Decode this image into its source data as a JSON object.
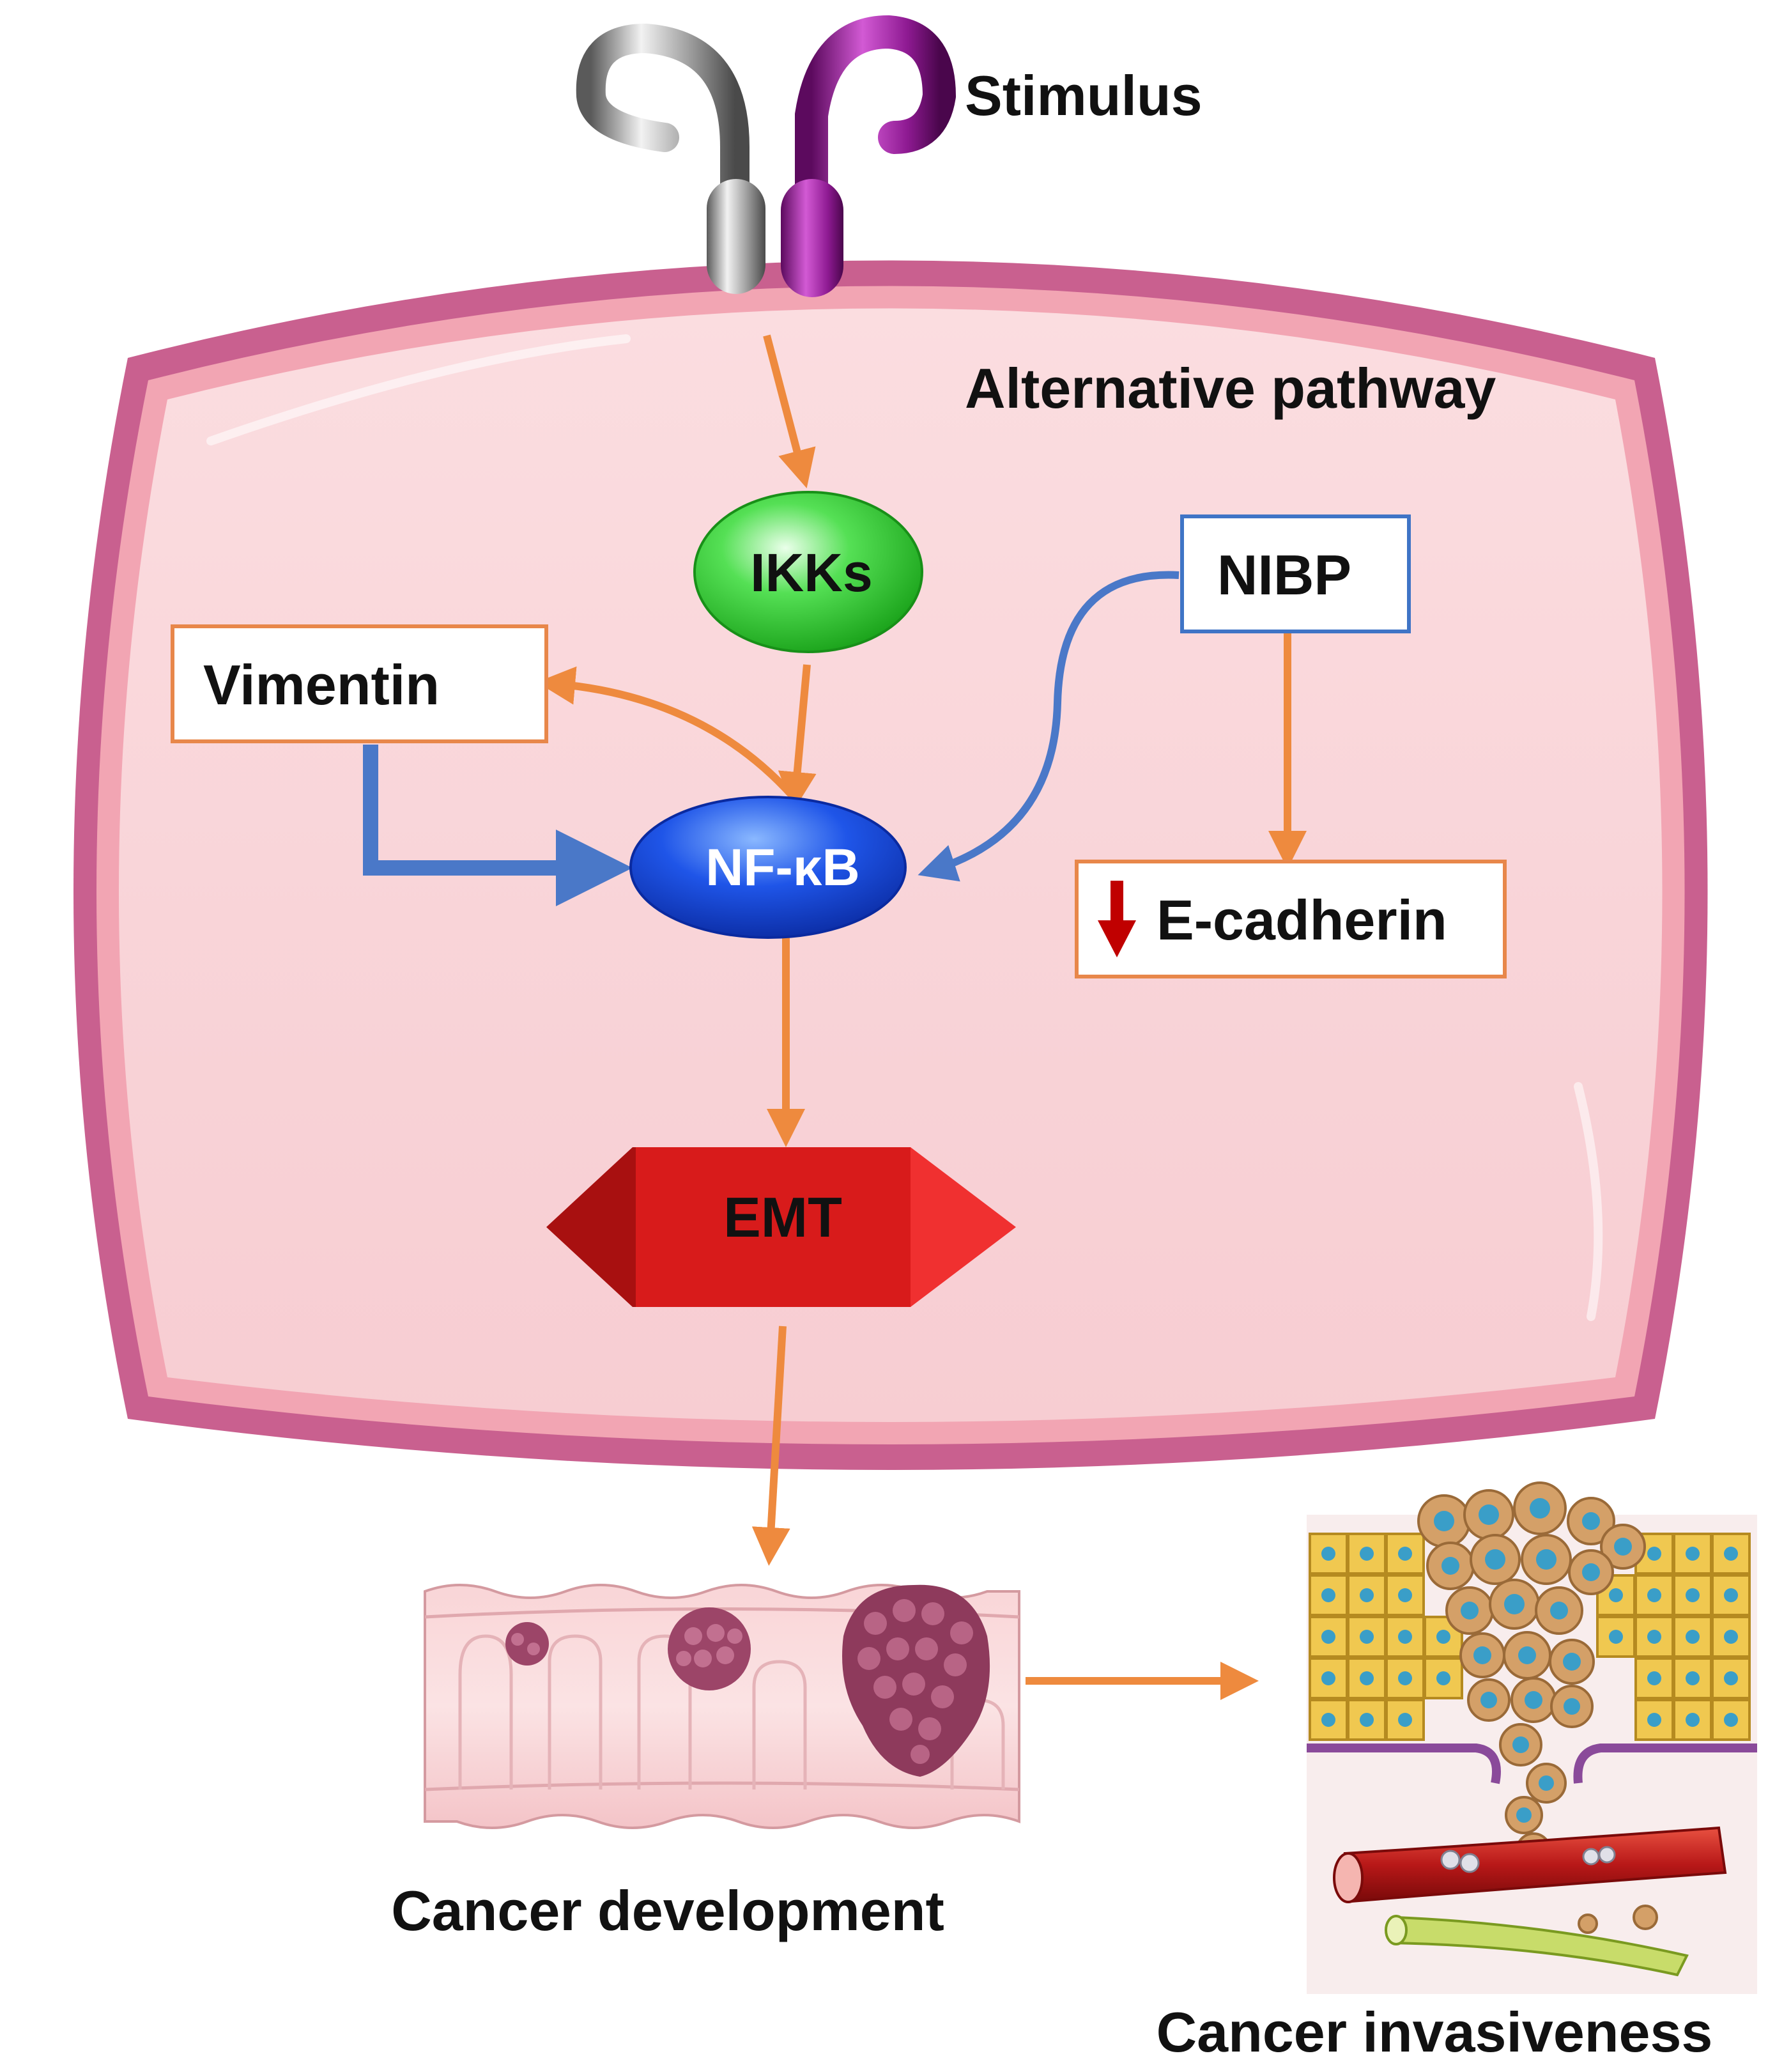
{
  "labels": {
    "stimulus": "Stimulus",
    "pathway": "Alternative pathway",
    "ikks": "IKKs",
    "nfkb": "NF-κB",
    "vimentin": "Vimentin",
    "nibp": "NIBP",
    "ecadherin": "E-cadherin",
    "emt": "EMT",
    "cancer_development": "Cancer development",
    "cancer_invasiveness": "Cancer invasiveness"
  },
  "colors": {
    "membrane_outer": "#c9608f",
    "cell_fill": "#fad3d7",
    "arrow_orange": "#ee8a3e",
    "arrow_blue": "#4a78c8",
    "ikks_green": "#33cc33",
    "nfkb_blue": "#1846d8",
    "emt_red": "#d81b1b",
    "box_orange": "#e8874a",
    "box_blue": "#3f74c6",
    "down_arrow": "#c00000"
  },
  "icons": {
    "receptor": "receptor-icon",
    "colon": "colon-tumor-icon",
    "invasion": "tissue-invasion-icon",
    "down": "down-arrow-icon"
  }
}
